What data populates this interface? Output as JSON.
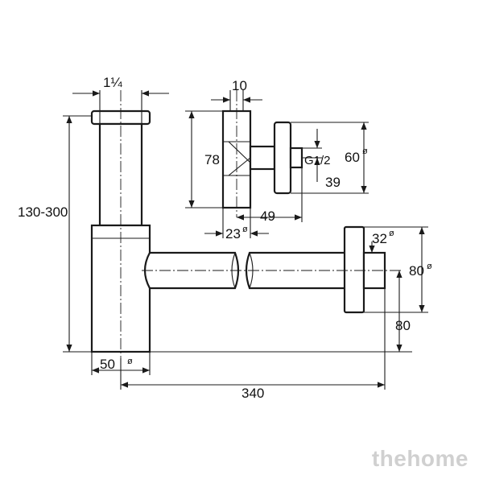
{
  "drawing": {
    "title": "",
    "dimensions": {
      "inlet_size": "1¼",
      "height_range": "130-300",
      "body_diameter": "50",
      "length": "340",
      "outlet_diameter": "32",
      "flange_diameter": "80",
      "flange_height": "80",
      "valve_width": "10",
      "valve_height": "78",
      "valve_outlet_diameter": "23",
      "valve_depth": "49",
      "valve_flange_diameter": "60",
      "thread": "G1/2",
      "thread_offset": "39"
    },
    "diameter_symbol": "ø"
  },
  "watermark": "thehome",
  "colors": {
    "line": "#1a1a1a",
    "watermark": "#aaaaaa"
  }
}
